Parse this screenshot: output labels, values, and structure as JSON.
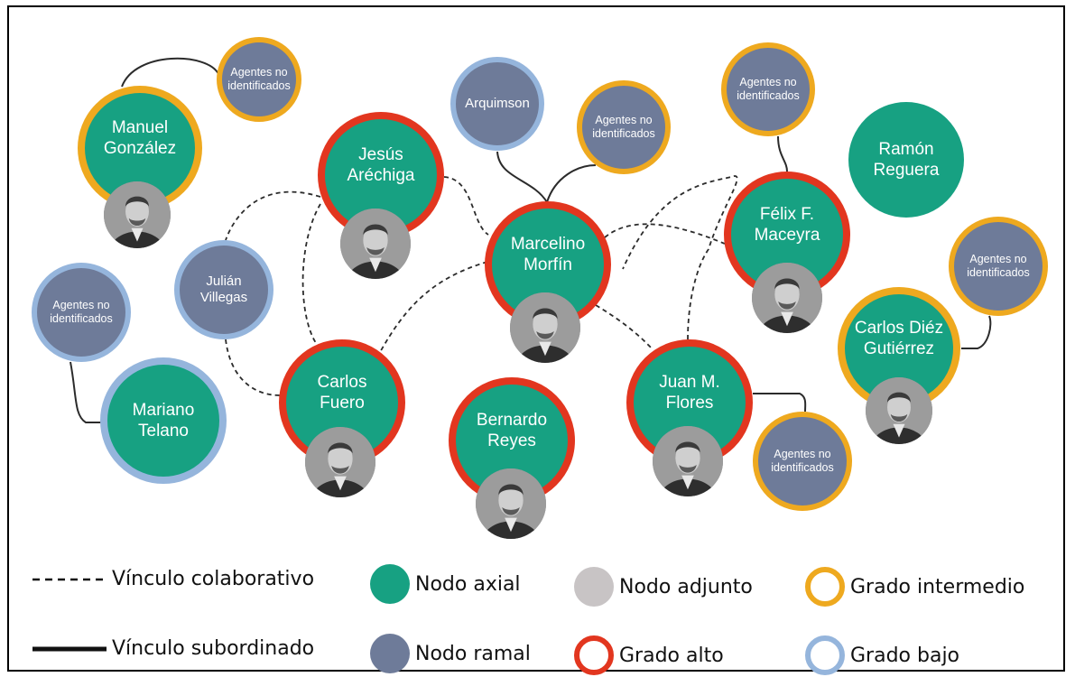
{
  "colors": {
    "axial": "#17a182",
    "ramal": "#6e7b99",
    "adjunto": "#c8c4c5",
    "alto": "#e2361f",
    "intermedio": "#eea91f",
    "bajo": "#95b5dc",
    "line": "#2b2b2b"
  },
  "nodes": [
    {
      "id": "agentes-1",
      "label": "Agentes no identificados",
      "kind": "ramal",
      "grade": "intermedio"
    },
    {
      "id": "manuel-gonzalez",
      "label": "Manuel González",
      "kind": "axial",
      "grade": "intermedio",
      "portrait": true
    },
    {
      "id": "arquimson",
      "label": "Arquimson",
      "kind": "ramal",
      "grade": "bajo"
    },
    {
      "id": "agentes-2",
      "label": "Agentes no identificados",
      "kind": "ramal",
      "grade": "intermedio"
    },
    {
      "id": "agentes-3",
      "label": "Agentes no identificados",
      "kind": "ramal",
      "grade": "intermedio"
    },
    {
      "id": "ramon-reguera",
      "label": "Ramón Reguera",
      "kind": "axial",
      "grade": "none"
    },
    {
      "id": "jesus-arechiga",
      "label": "Jesús Aréchiga",
      "kind": "axial",
      "grade": "alto",
      "portrait": true
    },
    {
      "id": "marcelino-morfin",
      "label": "Marcelino Morfín",
      "kind": "axial",
      "grade": "alto",
      "portrait": true
    },
    {
      "id": "felix-maceyra",
      "label": "Félix F. Maceyra",
      "kind": "axial",
      "grade": "alto",
      "portrait": true
    },
    {
      "id": "julian-villegas",
      "label": "Julián Villegas",
      "kind": "ramal",
      "grade": "bajo"
    },
    {
      "id": "agentes-4",
      "label": "Agentes no identificados",
      "kind": "ramal",
      "grade": "bajo"
    },
    {
      "id": "agentes-5",
      "label": "Agentes no identificados",
      "kind": "ramal",
      "grade": "intermedio"
    },
    {
      "id": "carlos-diez-gutierrez",
      "label": "Carlos Diéz Gutiérrez",
      "kind": "axial",
      "grade": "intermedio",
      "portrait": true
    },
    {
      "id": "carlos-fuero",
      "label": "Carlos Fuero",
      "kind": "axial",
      "grade": "alto",
      "portrait": true
    },
    {
      "id": "bernardo-reyes",
      "label": "Bernardo Reyes",
      "kind": "axial",
      "grade": "alto",
      "portrait": true
    },
    {
      "id": "juan-flores",
      "label": "Juan M. Flores",
      "kind": "axial",
      "grade": "alto",
      "portrait": true
    },
    {
      "id": "mariano-telano",
      "label": "Mariano Telano",
      "kind": "axial",
      "grade": "bajo"
    },
    {
      "id": "agentes-6",
      "label": "Agentes no identificados",
      "kind": "ramal",
      "grade": "intermedio"
    }
  ],
  "links": [
    {
      "from": "manuel-gonzalez",
      "to": "agentes-1",
      "type": "subordinado"
    },
    {
      "from": "marcelino-morfin",
      "to": "arquimson",
      "type": "subordinado"
    },
    {
      "from": "marcelino-morfin",
      "to": "agentes-2",
      "type": "subordinado"
    },
    {
      "from": "felix-maceyra",
      "to": "agentes-3",
      "type": "subordinado"
    },
    {
      "from": "mariano-telano",
      "to": "agentes-4",
      "type": "subordinado"
    },
    {
      "from": "carlos-diez-gutierrez",
      "to": "agentes-5",
      "type": "subordinado"
    },
    {
      "from": "juan-flores",
      "to": "agentes-6",
      "type": "subordinado"
    },
    {
      "from": "jesus-arechiga",
      "to": "marcelino-morfin",
      "type": "colaborativo"
    },
    {
      "from": "jesus-arechiga",
      "to": "carlos-fuero",
      "type": "colaborativo"
    },
    {
      "from": "marcelino-morfin",
      "to": "carlos-fuero",
      "type": "colaborativo"
    },
    {
      "from": "marcelino-morfin",
      "to": "felix-maceyra",
      "type": "colaborativo"
    },
    {
      "from": "marcelino-morfin",
      "to": "juan-flores",
      "type": "colaborativo"
    },
    {
      "from": "juan-flores",
      "to": "felix-maceyra",
      "type": "colaborativo"
    },
    {
      "from": "julian-villegas",
      "to": "carlos-fuero",
      "type": "colaborativo"
    },
    {
      "from": "manuel-gonzalez",
      "to": "carlos-fuero",
      "type": "colaborativo"
    }
  ],
  "legend": {
    "colaborativo": "Vínculo colaborativo",
    "subordinado": "Vínculo subordinado",
    "axial": "Nodo axial",
    "ramal": "Nodo ramal",
    "adjunto": "Nodo adjunto",
    "alto": "Grado alto",
    "intermedio": "Grado intermedio",
    "bajo": "Grado bajo"
  }
}
